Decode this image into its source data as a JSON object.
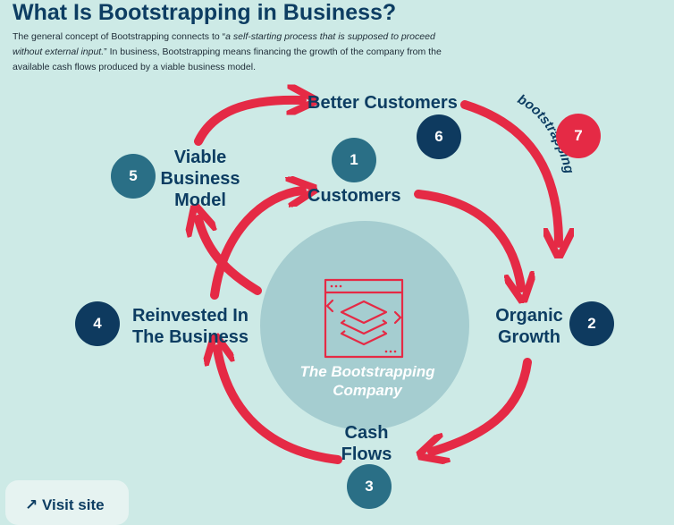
{
  "header": {
    "title": "What Is Bootstrapping in Business?",
    "desc_part1": "The general concept of Bootstrapping connects to “",
    "desc_quote": "a self-starting process that is supposed to proceed without external input.",
    "desc_part2": "” In business, Bootstrapping means financing the growth of the company from the available cash flows produced by a viable business model."
  },
  "nodes": {
    "customers": {
      "number": "1",
      "label": "Customers"
    },
    "organic_growth": {
      "number": "2",
      "line1": "Organic",
      "line2": "Growth"
    },
    "cash_flows": {
      "number": "3",
      "line1": "Cash",
      "line2": "Flows"
    },
    "reinvested": {
      "number": "4",
      "line1": "Reinvested In",
      "line2": "The Business"
    },
    "viable_model": {
      "number": "5",
      "line1": "Viable",
      "line2": "Business",
      "line3": "Model"
    },
    "better_customers": {
      "number": "6",
      "label": "Better Customers"
    },
    "bootstrapping": {
      "number": "7",
      "label": "bootstrapping"
    }
  },
  "center": {
    "line1": "The Bootstrapping",
    "line2": "Company"
  },
  "footer": {
    "visit_label": "↗ Visit site"
  },
  "colors": {
    "background": "#cdeae6",
    "arrow_red": "#e52a45",
    "navy": "#0e3a5f",
    "teal": "#2a6f86",
    "center_circle": "#a5cdd0"
  },
  "icons": {
    "center": "layered-stack-window-icon"
  }
}
